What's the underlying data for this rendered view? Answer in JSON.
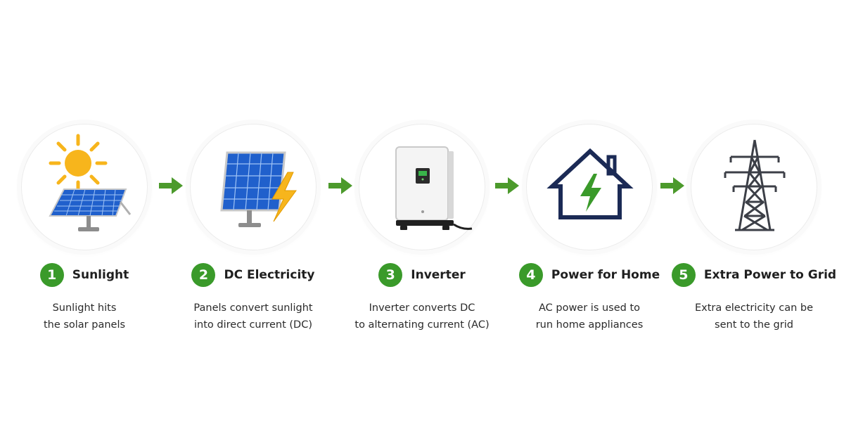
{
  "steps": [
    {
      "number": "1",
      "title": "Sunlight",
      "desc_line1": "Sunlight hits",
      "desc_line2": "the solar panels"
    },
    {
      "number": "2",
      "title": "DC Electricity",
      "desc_line1": "Panels convert sunlight",
      "desc_line2": "into direct current (DC)"
    },
    {
      "number": "3",
      "title": "Inverter",
      "desc_line1": "Inverter converts DC",
      "desc_line2": "to alternating current (AC)"
    },
    {
      "number": "4",
      "title": "Power for Home",
      "desc_line1": "AC power is used to",
      "desc_line2": "run home appliances"
    },
    {
      "number": "5",
      "title": "Extra Power to Grid",
      "desc_line1": "Extra electricity can be",
      "desc_line2": "sent to the grid"
    }
  ],
  "icons": [
    "sun-and-solar-panel-icon",
    "solar-panel-lightning-icon",
    "inverter-icon",
    "house-lightning-icon",
    "power-tower-icon"
  ],
  "colors": {
    "accent_green": "#3a9a2a",
    "panel_blue": "#1f57c4",
    "sun_yellow": "#f7b51c",
    "house_navy": "#1b2a55"
  }
}
